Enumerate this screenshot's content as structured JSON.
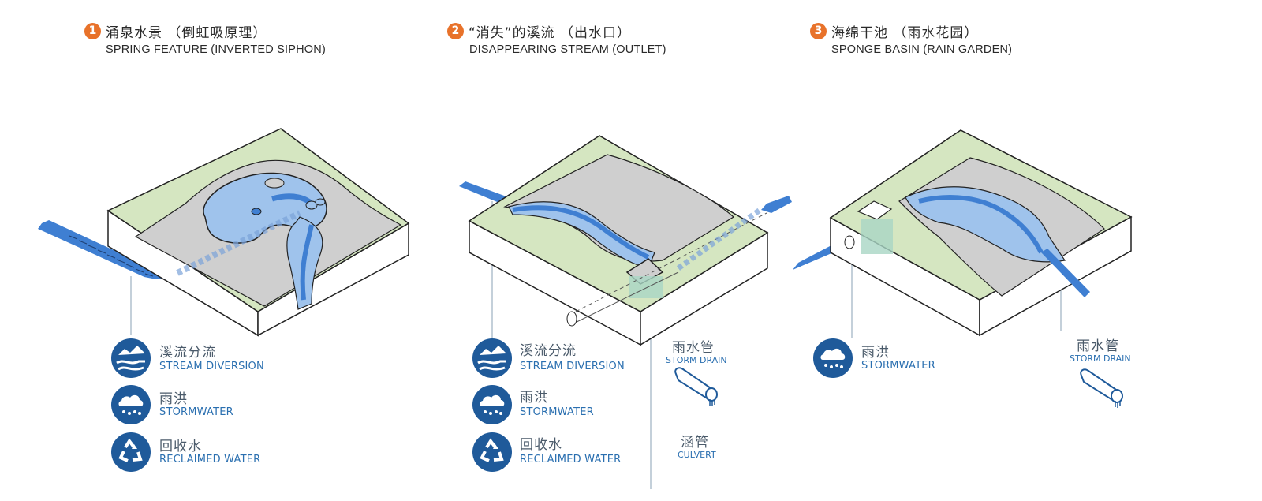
{
  "colors": {
    "accent_orange": "#e8722a",
    "water_blue": "#9fc3ec",
    "flow_blue": "#3f7fd2",
    "icon_navy": "#1f5a9a",
    "grass_green": "#d5e6c1",
    "ground_gray": "#cfcfcf",
    "label_blue": "#2a6fb0"
  },
  "panels": [
    {
      "number": "1",
      "title_zh": "涌泉水景 （倒虹吸原理）",
      "title_en": "SPRING FEATURE (INVERTED SIPHON)",
      "legend": [
        {
          "icon": "stream-diversion-icon",
          "zh": "溪流分流",
          "en": "STREAM DIVERSION"
        },
        {
          "icon": "stormwater-icon",
          "zh": "雨洪",
          "en": "STORMWATER"
        },
        {
          "icon": "reclaimed-water-icon",
          "zh": "回收水",
          "en": "RECLAIMED WATER"
        }
      ]
    },
    {
      "number": "2",
      "title_zh": "“消失”的溪流 （出水口）",
      "title_en": "DISAPPEARING STREAM (OUTLET)",
      "legend": [
        {
          "icon": "stream-diversion-icon",
          "zh": "溪流分流",
          "en": "STREAM DIVERSION"
        },
        {
          "icon": "stormwater-icon",
          "zh": "雨洪",
          "en": "STORMWATER"
        },
        {
          "icon": "reclaimed-water-icon",
          "zh": "回收水",
          "en": "RECLAIMED WATER"
        }
      ],
      "pipes": [
        {
          "icon": "storm-drain-pipe-icon",
          "zh": "雨水管",
          "en": "STORM DRAIN"
        },
        {
          "zh": "涵管",
          "en": "CULVERT"
        }
      ]
    },
    {
      "number": "3",
      "title_zh": "海绵干池 （雨水花园）",
      "title_en": "SPONGE BASIN (RAIN GARDEN)",
      "legend": [
        {
          "icon": "stormwater-icon",
          "zh": "雨洪",
          "en": "STORMWATER"
        }
      ],
      "pipes": [
        {
          "icon": "storm-drain-pipe-icon",
          "zh": "雨水管",
          "en": "STORM DRAIN"
        }
      ]
    }
  ]
}
